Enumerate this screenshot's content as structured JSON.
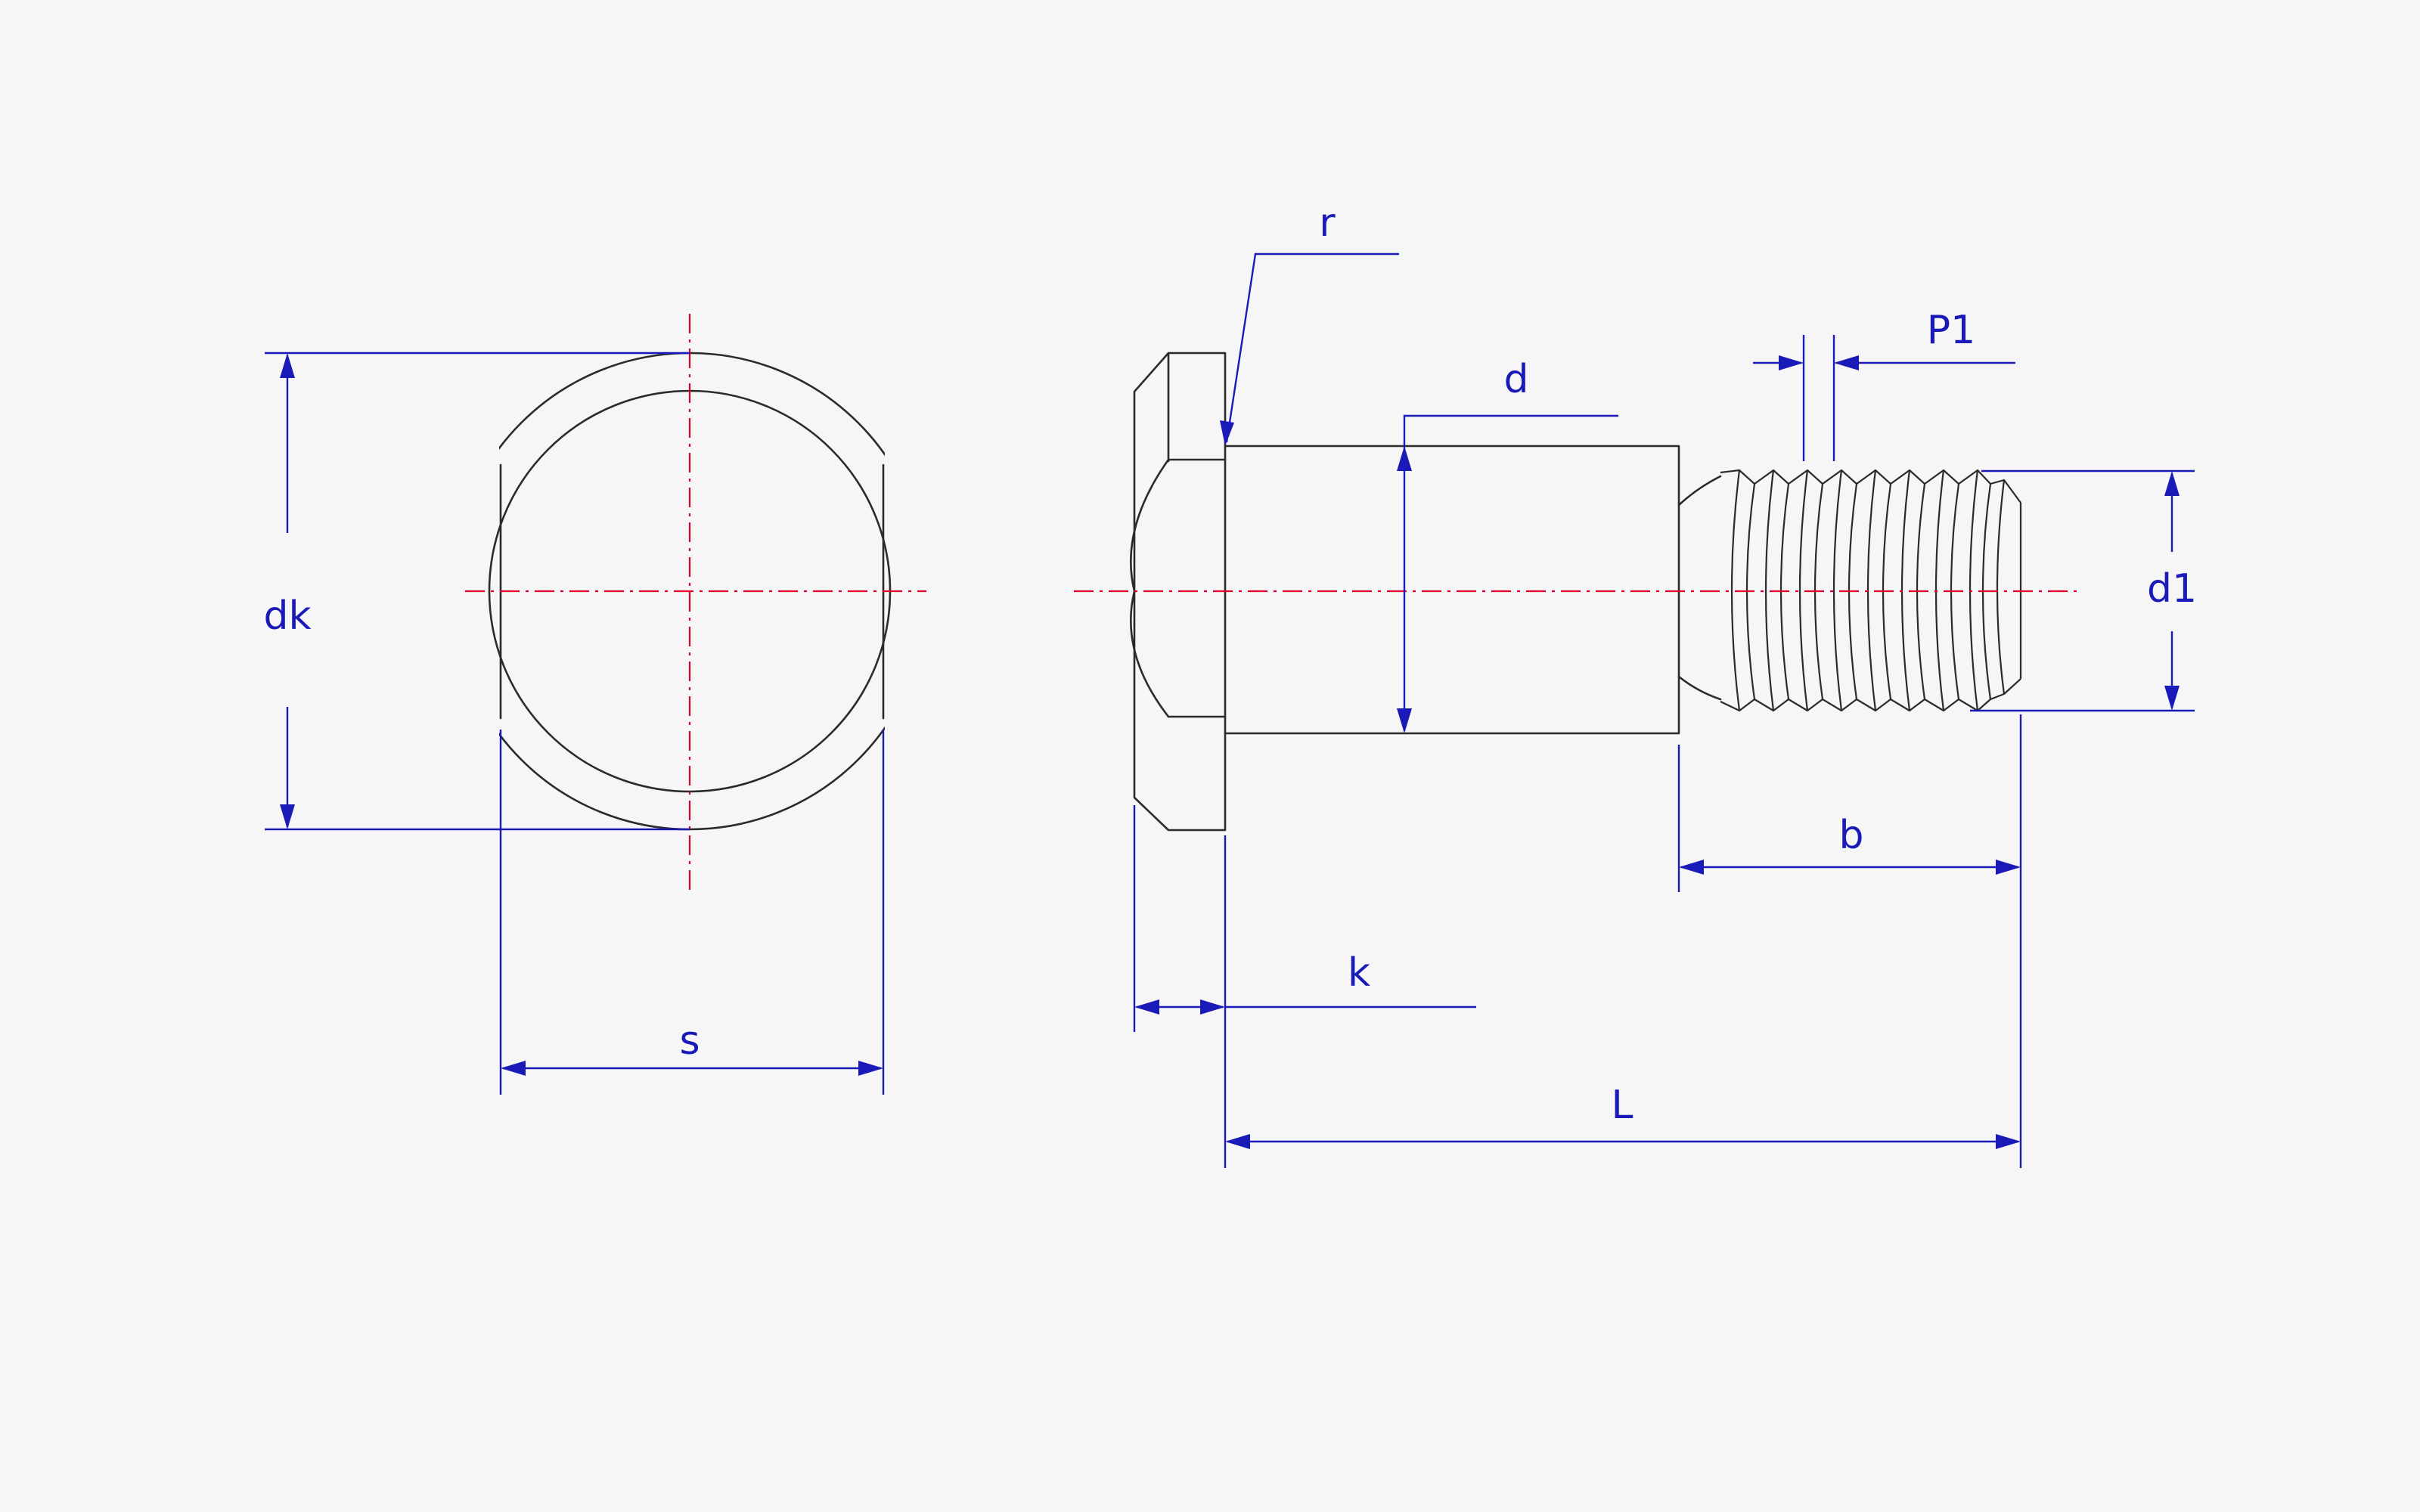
{
  "labels": {
    "dk": "dk",
    "s": "s",
    "r": "r",
    "d": "d",
    "P1": "P1",
    "d1": "d1",
    "b": "b",
    "k": "k",
    "L": "L"
  },
  "colors": {
    "part_outline": "#2b2b2b",
    "center_line": "#e0002a",
    "dimension": "#1a1ab8",
    "background": "#f6f6f6"
  }
}
